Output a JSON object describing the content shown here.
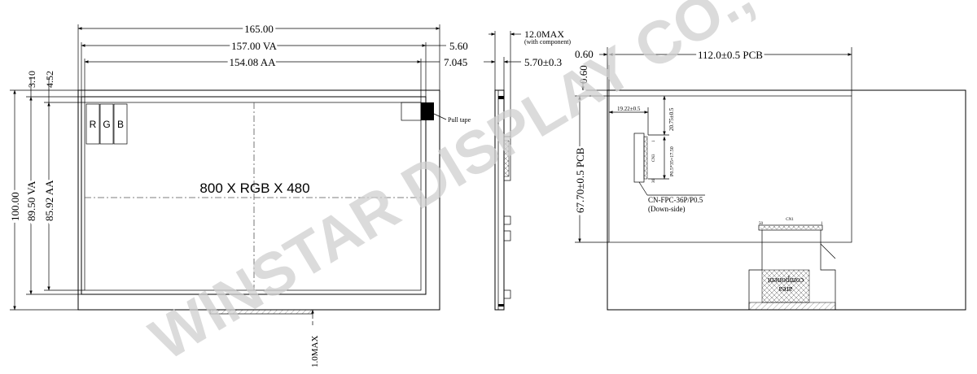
{
  "watermark": "WINSTAR DISPLAY CO., LTD.",
  "front_view": {
    "dim_outline_width": "165.00",
    "dim_va_width": "157.00 VA",
    "dim_aa_width": "154.08 AA",
    "dim_right_va": "5.60",
    "dim_right_aa": "7.045",
    "dim_top_va": "3.10",
    "dim_top_aa": "4.52",
    "dim_outline_height": "100.00",
    "dim_va_height": "89.50 VA",
    "dim_aa_height": "85.92 AA",
    "dim_fpc_thickness": "1.0MAX",
    "subpixel_r": "R",
    "subpixel_g": "G",
    "subpixel_b": "B",
    "resolution": "800 X RGB X 480",
    "pull_tape": "Pull tape"
  },
  "side_view": {
    "dim_max_thickness": "12.0MAX",
    "dim_max_note": "(with component)",
    "dim_thickness": "5.70±0.3"
  },
  "back_view": {
    "dim_left_offset": "0.60",
    "dim_top_offset": "0.60",
    "dim_pcb_width": "112.0±0.5 PCB",
    "dim_pcb_height": "67.70±0.5 PCB",
    "dim_fpc_x": "19.22±0.5",
    "dim_fpc_y": "20.75±0.5",
    "dim_fpc_pitch": "P0.5*35=17.50",
    "fpc_pin_first": "1",
    "fpc_pin_last": "36",
    "fpc_ref": "CN3",
    "fpc_label": "CN-FPC-36P/P0.5",
    "fpc_note": "(Down-side)",
    "connector_ref": "CN1",
    "connector_pin_first": "1",
    "connector_pin_last": "50",
    "component_area_line1": "component",
    "component_area_line2": "area"
  }
}
